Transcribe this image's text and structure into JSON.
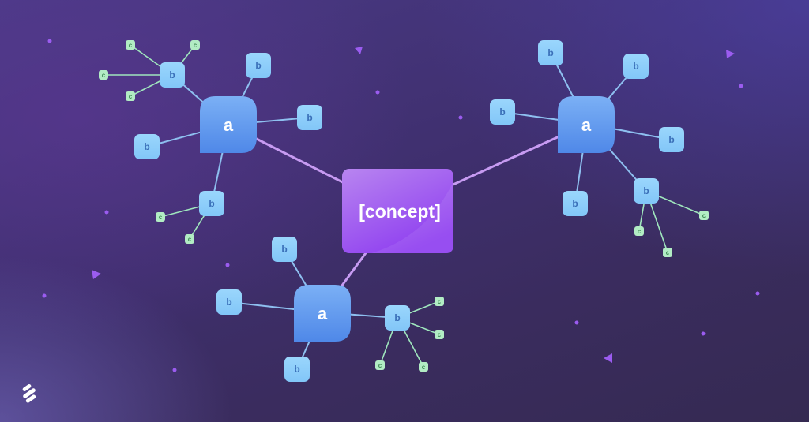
{
  "concept": {
    "label": "[concept]"
  },
  "node_labels": {
    "a": "a",
    "b": "b",
    "c": "c"
  },
  "colors": {
    "concept_top": "#b885f0",
    "concept_bottom": "#8f3ff0",
    "node_a_top": "#7bb0f5",
    "node_a_bottom": "#4f88e8",
    "node_b": "#8fd0fb",
    "node_c": "#b2ecc4",
    "edge_main": "#c79bf2",
    "edge_b": "#8ec0f0",
    "edge_c": "#9fe6bd",
    "sparkle": "#9b5cf0"
  },
  "icons": {
    "logo": "stacked-bars-logo-icon",
    "sparkle": "triangle-sparkle-icon",
    "dot": "dot-sparkle-icon"
  }
}
